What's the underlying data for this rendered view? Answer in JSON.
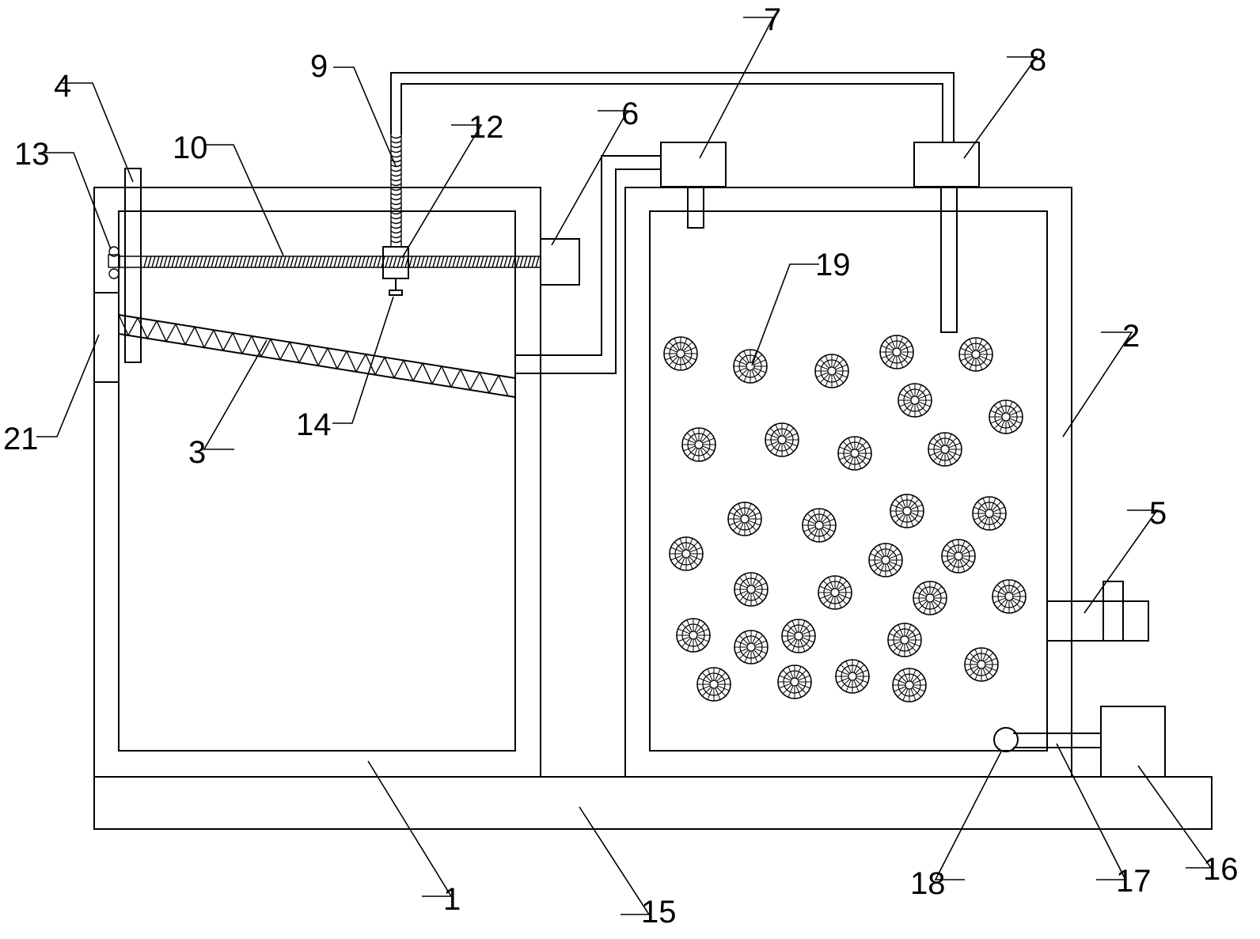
{
  "labels": {
    "l1": "1",
    "l2": "2",
    "l3": "3",
    "l4": "4",
    "l5": "5",
    "l6": "6",
    "l7": "7",
    "l8": "8",
    "l9": "9",
    "l10": "10",
    "l12": "12",
    "l13": "13",
    "l14": "14",
    "l15": "15",
    "l16": "16",
    "l17": "17",
    "l18": "18",
    "l19": "19",
    "l21": "21"
  },
  "colors": {
    "line": "#000000",
    "background": "#ffffff"
  }
}
